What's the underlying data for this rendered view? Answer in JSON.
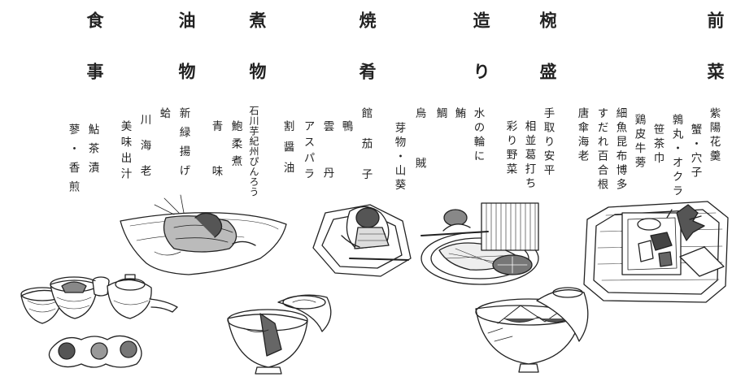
{
  "sections": [
    {
      "key": "zensai",
      "heading": "前菜",
      "items": [
        "紫陽花羹",
        "蟹・穴子",
        "鶉丸・オクラ",
        "笹茶巾",
        "鶏皮牛蒡",
        "細魚昆布博多",
        "すだれ百合根",
        "唐傘海老"
      ]
    },
    {
      "key": "wanmori",
      "heading": "椀盛",
      "items": [
        "手取り安平",
        "相並葛打ち",
        "彩り野菜"
      ]
    },
    {
      "key": "tsukuri",
      "heading": "造り",
      "items": [
        "水の輪に",
        "鮪",
        "鯛",
        "烏賊",
        "芽物・山葵"
      ]
    },
    {
      "key": "yakizakana",
      "heading": "焼肴",
      "items": [
        "館茄子",
        "鴨",
        "雲丹",
        "アスパラ",
        "割醤油"
      ]
    },
    {
      "key": "nimono",
      "heading": "煮物",
      "items": [
        "石川芋紀州ぴんろう",
        "鮑柔煮",
        "青味"
      ]
    },
    {
      "key": "agemono",
      "heading": "油物",
      "items": [
        "新緑揚げ",
        "蛤",
        "川海老",
        "美味出汁"
      ]
    },
    {
      "key": "shokuji",
      "heading": "食事",
      "items": [
        "鮎茶漬",
        "蓼・香煎"
      ]
    }
  ]
}
